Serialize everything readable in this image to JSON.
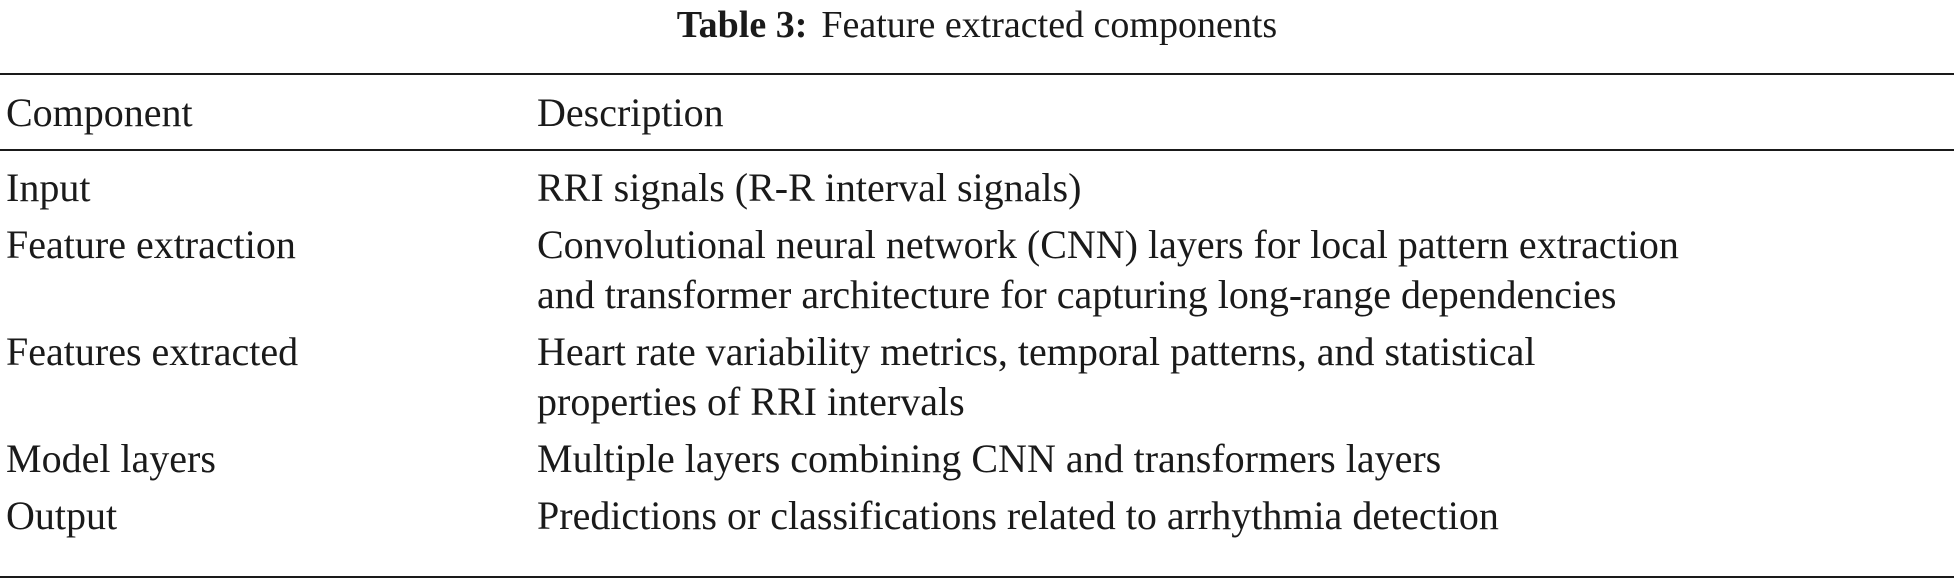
{
  "caption": {
    "label": "Table 3:",
    "title": "Feature extracted components"
  },
  "table": {
    "headers": [
      "Component",
      "Description"
    ],
    "rows": [
      {
        "component": "Input",
        "description": [
          "RRI signals (R-R interval signals)"
        ]
      },
      {
        "component": "Feature extraction",
        "description": [
          "Convolutional neural network (CNN) layers for local pattern extraction",
          "and transformer architecture for capturing long-range dependencies"
        ]
      },
      {
        "component": "Features extracted",
        "description": [
          "Heart rate variability metrics, temporal patterns, and statistical",
          "properties of RRI intervals"
        ]
      },
      {
        "component": "Model layers",
        "description": [
          "Multiple layers combining CNN and transformers layers"
        ]
      },
      {
        "component": "Output",
        "description": [
          "Predictions or classifications related to arrhythmia detection"
        ]
      }
    ]
  }
}
